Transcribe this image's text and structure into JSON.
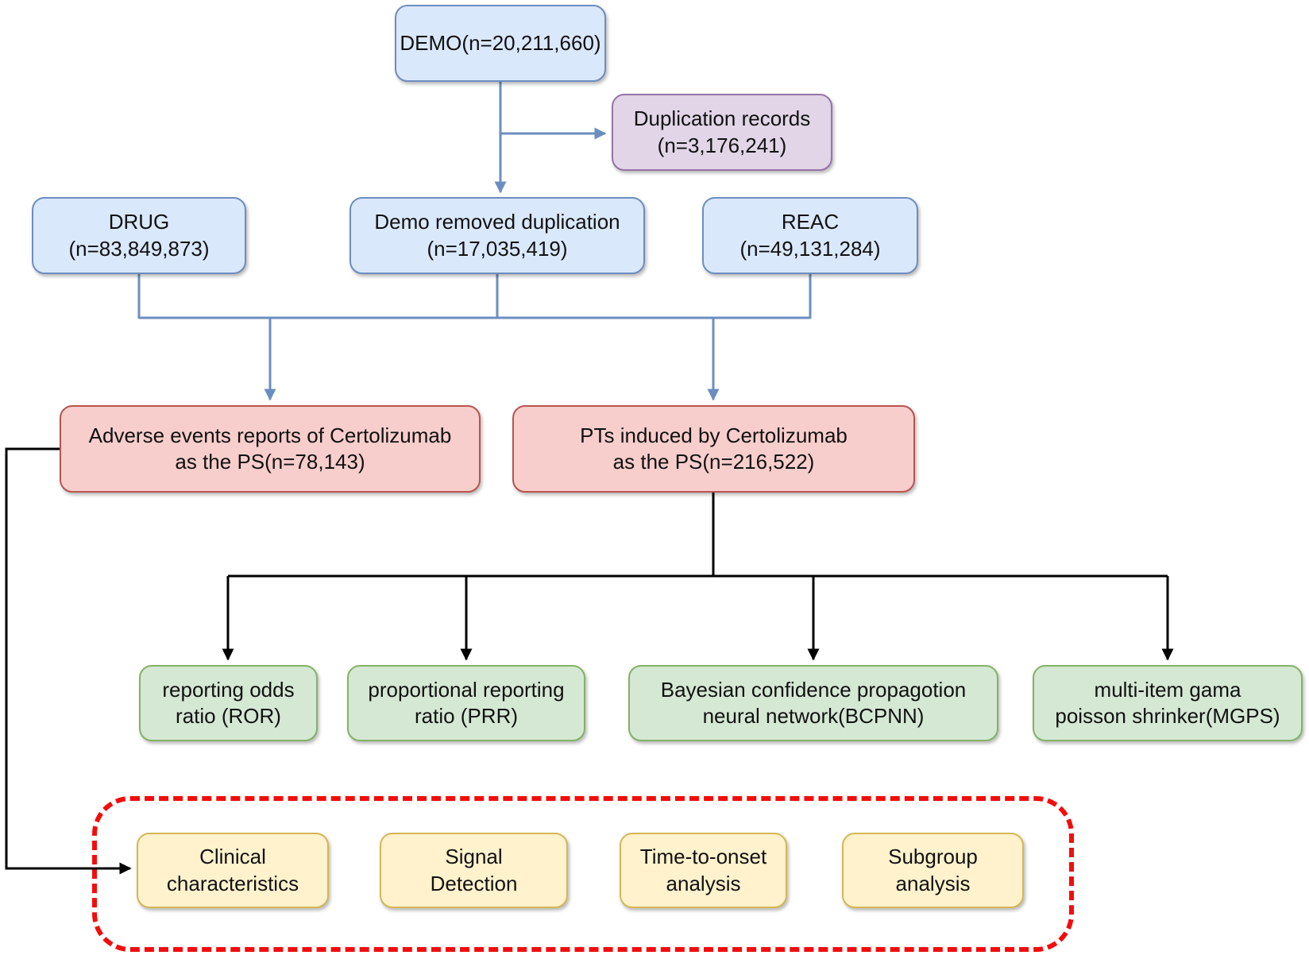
{
  "figure": {
    "type": "flowchart",
    "description": "Study flow diagram of adverse event data processing and signal detection for Certolizumab"
  },
  "nodes": {
    "demo": {
      "line1": "DEMO(n=20,211,660)"
    },
    "duplication": {
      "line1": "Duplication records",
      "line2": "(n=3,176,241)"
    },
    "drug": {
      "line1": "DRUG",
      "line2": "(n=83,849,873)"
    },
    "demo_dedup": {
      "line1": "Demo removed duplication",
      "line2": "(n=17,035,419)"
    },
    "reac": {
      "line1": "REAC",
      "line2": "(n=49,131,284)"
    },
    "ae_reports": {
      "line1": "Adverse events reports of Certolizumab",
      "line2": "as the PS(n=78,143)"
    },
    "pts": {
      "line1": "PTs induced by Certolizumab",
      "line2": "as the PS(n=216,522)"
    },
    "ror": {
      "line1": "reporting odds",
      "line2": "ratio (ROR)"
    },
    "prr": {
      "line1": "proportional reporting",
      "line2": "ratio (PRR)"
    },
    "bcpnn": {
      "line1": "Bayesian confidence propagotion",
      "line2": "neural network(BCPNN)"
    },
    "mgps": {
      "line1": "multi-item gama",
      "line2": "poisson shrinker(MGPS)"
    },
    "clinical": {
      "line1": "Clinical",
      "line2": "characteristics"
    },
    "signal": {
      "line1": "Signal",
      "line2": "Detection"
    },
    "tto": {
      "line1": "Time-to-onset",
      "line2": "analysis"
    },
    "subgroup": {
      "line1": "Subgroup",
      "line2": "analysis"
    }
  },
  "colors": {
    "blue_fill": "#dae8fc",
    "blue_stroke": "#6c8ebf",
    "purple_fill": "#e1d5e7",
    "purple_stroke": "#9673a6",
    "red_fill": "#f8cecc",
    "red_stroke": "#b85450",
    "green_fill": "#d5e8d4",
    "green_stroke": "#82b366",
    "yellow_fill": "#fff2cc",
    "yellow_stroke": "#d6b656",
    "connector_blue": "#6c8ebf",
    "connector_black": "#000000",
    "dashed_outline_red": "#f20d0d",
    "background": "#ffffff"
  }
}
